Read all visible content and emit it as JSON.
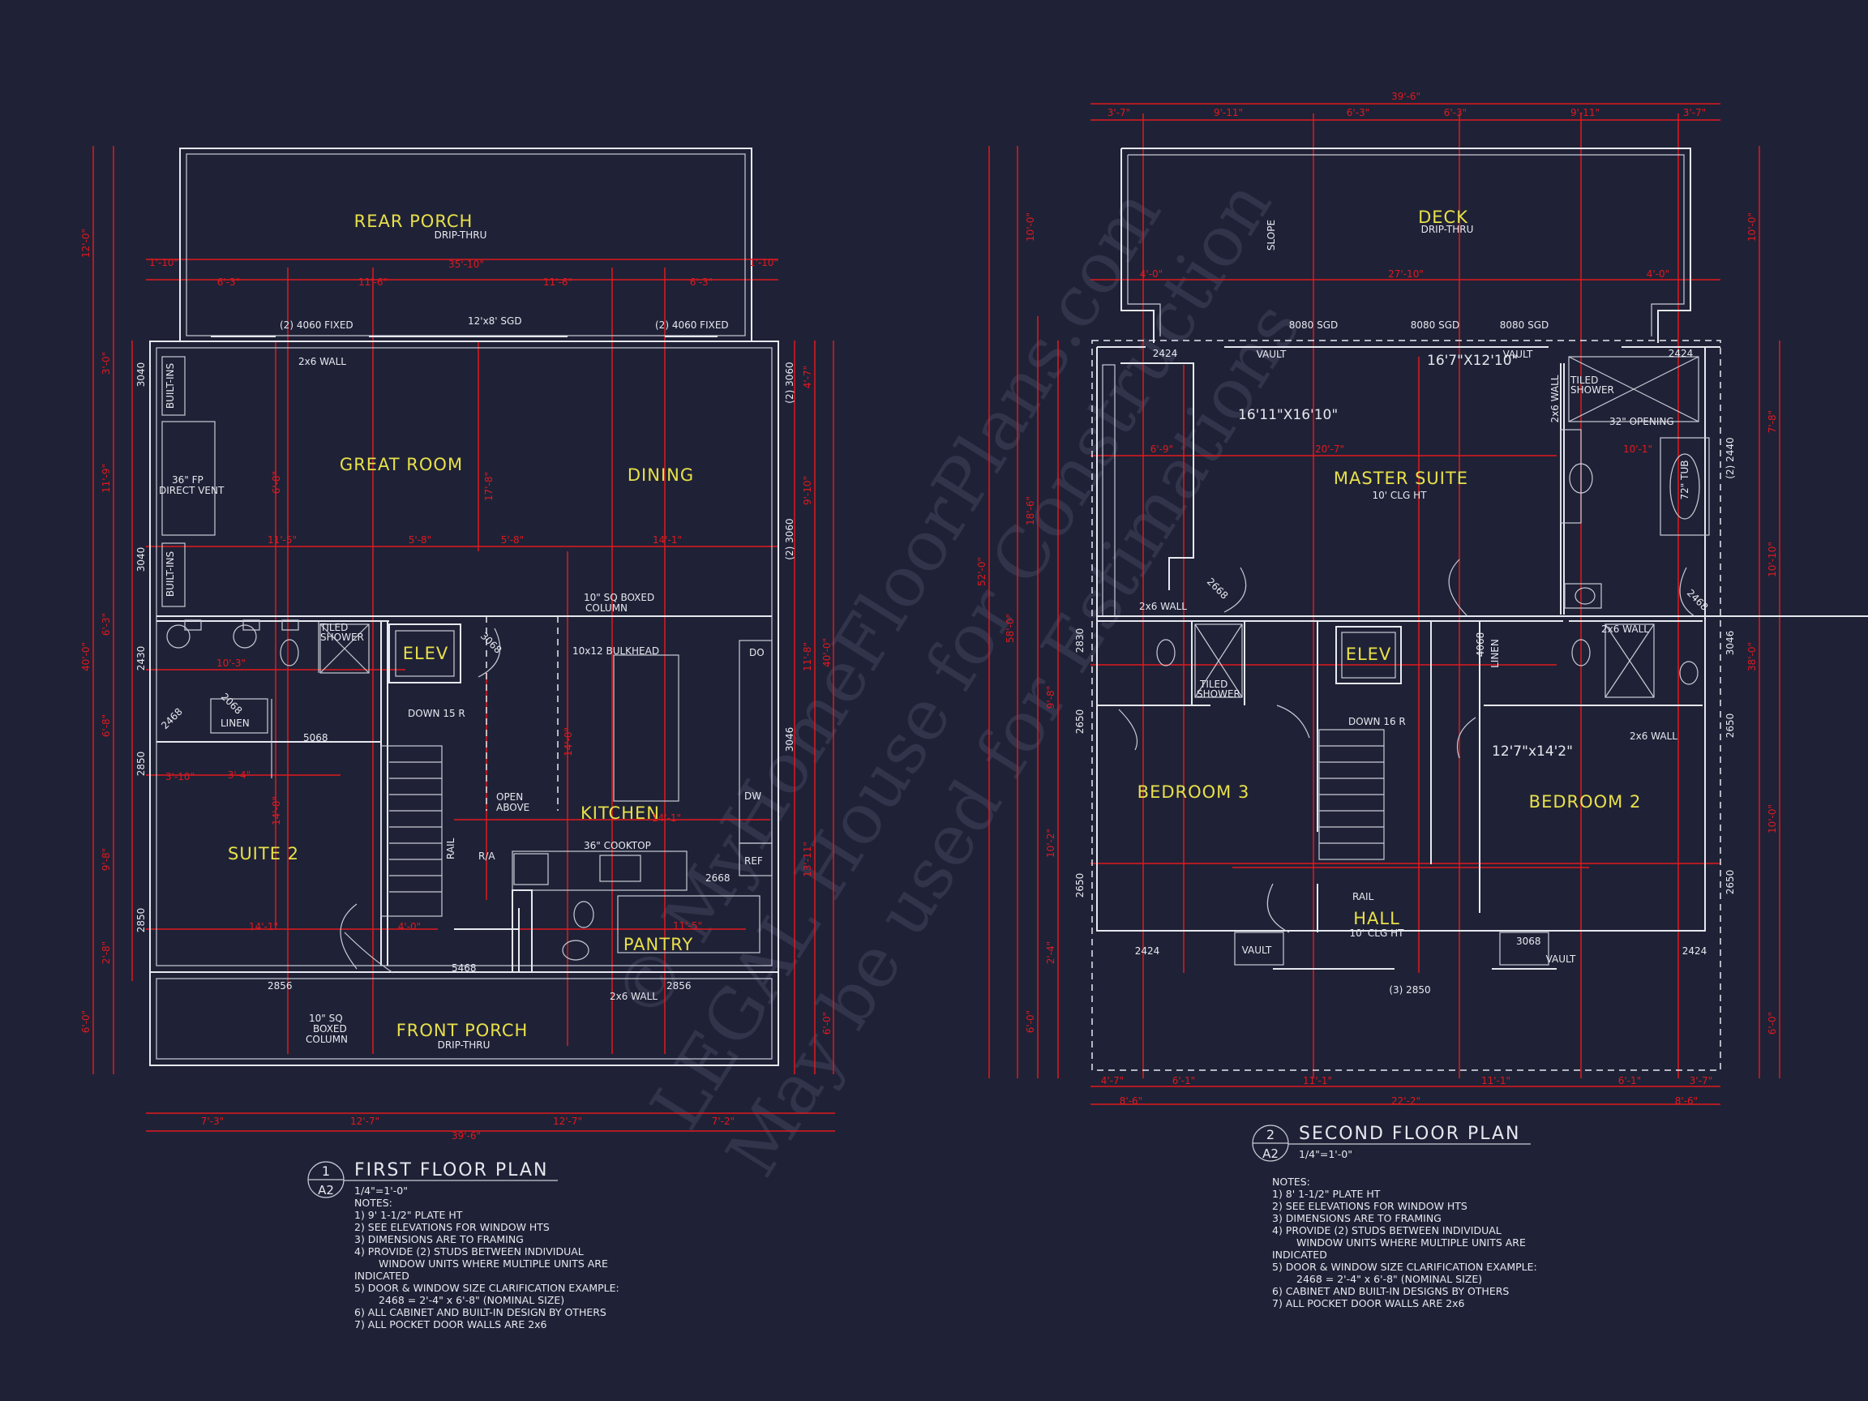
{
  "colors": {
    "background": "#1f2236",
    "walls": "#e6e8ef",
    "dimensions": "#e0191f",
    "room_labels": "#e8e04a"
  },
  "watermark": {
    "line1": "© MyHomeFloorPlans.com",
    "line2": "LEGAL House for Construction",
    "line3": "May be used for Estimations"
  },
  "first_floor": {
    "title": "FIRST FLOOR PLAN",
    "number": "1",
    "sheet": "A2",
    "scale": "1/4\"=1'-0\"",
    "notes_label": "NOTES:",
    "notes": [
      "1) 9' 1-1/2\" PLATE HT",
      "2) SEE ELEVATIONS FOR WINDOW HTS",
      "3) DIMENSIONS ARE TO FRAMING",
      "4) PROVIDE (2) STUDS BETWEEN INDIVIDUAL",
      "WINDOW UNITS WHERE MULTIPLE UNITS ARE",
      "INDICATED",
      "5) DOOR & WINDOW SIZE CLARIFICATION EXAMPLE:",
      "2468 = 2'-4\" x 6'-8\" (NOMINAL SIZE)",
      "6) ALL CABINET AND BUILT-IN DESIGN BY OTHERS",
      "7) ALL POCKET DOOR WALLS ARE 2x6"
    ],
    "rooms": {
      "rear_porch": "REAR PORCH",
      "great_room": "GREAT ROOM",
      "dining": "DINING",
      "elev": "ELEV",
      "kitchen": "KITCHEN",
      "suite2": "SUITE 2",
      "pantry": "PANTRY",
      "front_porch": "FRONT PORCH"
    },
    "labels": {
      "drip_thru": "DRIP-THRU",
      "drip_thru_front": "DRIP-THRU",
      "fixed_left": "(2) 4060 FIXED",
      "fixed_right": "(2) 4060 FIXED",
      "sgd": "12'x8' SGD",
      "wall_2x6": "2x6 WALL",
      "built_ins_top": "BUILT-INS",
      "built_ins_bottom": "BUILT-INS",
      "fp1": "36\" FP",
      "fp2": "DIRECT VENT",
      "boxed_col1": "10\" SQ BOXED",
      "boxed_col2": "COLUMN",
      "bulkhead": "10x12 BULKHEAD",
      "tiled_shower1": "TILED",
      "tiled_shower2": "SHOWER",
      "linen": "LINEN",
      "d5068": "5068",
      "d2068": "2068",
      "d2468": "2468",
      "d3068": "3068",
      "down": "DOWN 15 R",
      "open_above1": "OPEN",
      "open_above2": "ABOVE",
      "ra": "R/A",
      "cooktop": "36\" COOKTOP",
      "d2668": "2668",
      "ref": "REF",
      "do": "DO",
      "dw": "DW",
      "rail": "RAIL",
      "d5468": "5468",
      "w2856_left": "2856",
      "w2856_right": "2856",
      "wall_2x6_b": "2x6 WALL",
      "front_col1": "10\" SQ",
      "front_col2": "BOXED",
      "front_col3": "COLUMN",
      "w3040a": "3040",
      "w3040b": "3040",
      "w2430": "2430",
      "w2850a": "2850",
      "w2850b": "2850",
      "w3060a": "(2) 3060",
      "w3060b": "(2) 3060",
      "w3046": "3046"
    },
    "dims": {
      "overall_top": "35'-10\"",
      "overall_bottom": "39'-6\"",
      "t1": "6'-3\"",
      "t2": "11'-6\"",
      "t3": "11'-6\"",
      "t4": "6'-3\"",
      "tl": "1'-10\"",
      "tr": "1'-10\"",
      "b1": "7'-3\"",
      "b2": "12'-7\"",
      "b3": "12'-7\"",
      "b4": "7'-2\"",
      "l_porch": "12'-0\"",
      "l_total": "40'-0\"",
      "l_front": "6'-0\"",
      "l1": "3'-0\"",
      "l2": "11'-9\"",
      "l3": "6'-3\"",
      "l4": "6'-8\"",
      "l5": "9'-8\"",
      "l6": "2'-8\"",
      "r_porch": "6'-0\"",
      "r_total": "40'-0\"",
      "r1": "4'-7\"",
      "r2": "9'-10\"",
      "r3": "11'-8\"",
      "r4": "13'-11\"",
      "i1": "11'-5\"",
      "i2": "5'-8\"",
      "i3": "5'-8\"",
      "i4": "14'-1\"",
      "i5": "10'-3\"",
      "i6": "3'-10\"",
      "i7": "3'-4\"",
      "i8": "14'-1\"",
      "i9": "4'-0\"",
      "i10": "14'-1\"",
      "i11": "11'-5\"",
      "v1": "17'-8\"",
      "v2": "6'-8\"",
      "v3": "14'-8\"",
      "v4": "14'-0\""
    }
  },
  "second_floor": {
    "title": "SECOND FLOOR PLAN",
    "number": "2",
    "sheet": "A2",
    "scale": "1/4\"=1'-0\"",
    "notes_label": "NOTES:",
    "notes": [
      "1) 8' 1-1/2\" PLATE HT",
      "2) SEE ELEVATIONS FOR WINDOW HTS",
      "3) DIMENSIONS ARE TO FRAMING",
      "4) PROVIDE (2) STUDS BETWEEN INDIVIDUAL",
      "WINDOW UNITS WHERE MULTIPLE UNITS ARE",
      "INDICATED",
      "5) DOOR & WINDOW SIZE CLARIFICATION EXAMPLE:",
      "2468 = 2'-4\" x 6'-8\" (NOMINAL SIZE)",
      "6) CABINET AND BUILT-IN DESIGNS BY OTHERS",
      "7) ALL POCKET DOOR WALLS ARE 2x6"
    ],
    "rooms": {
      "deck": "DECK",
      "master_suite": "MASTER SUITE",
      "elev": "ELEV",
      "bedroom3": "BEDROOM 3",
      "bedroom2": "BEDROOM 2",
      "hall": "HALL"
    },
    "labels": {
      "drip_thru": "DRIP-THRU",
      "slope": "SLOPE",
      "sgd1": "8080 SGD",
      "sgd2": "8080 SGD",
      "sgd3": "8080 SGD",
      "w2424a": "2424",
      "w2424b": "2424",
      "w2424c": "2424",
      "w2424d": "2424",
      "vault1": "VAULT",
      "vault2": "VAULT",
      "vault3": "VAULT",
      "vault4": "VAULT",
      "master_size": "16'11\"X16'10\"",
      "bath_size": "16'7\"X12'10\"",
      "clg_master": "10' CLG HT",
      "clg_hall": "10' CLG HT",
      "tiled1": "TILED",
      "tiled2": "SHOWER",
      "opening": "32\" OPENING",
      "tub": "72\" TUB",
      "wall_2x6_a": "2x6 WALL",
      "wall_2x6_b": "2x6 WALL",
      "wall_2x6_c": "2x6 WALL",
      "wall_2x6_d": "2x6 WALL",
      "linen": "LINEN",
      "down": "DOWN 16 R",
      "rail": "RAIL",
      "bed2_size": "12'7\"x14'2\"",
      "d3068": "3068",
      "d2668": "2668",
      "d2468": "2468",
      "w2850": "(3) 2850",
      "w2830": "2830",
      "w2650a": "2650",
      "w2650b": "2650",
      "w2650c": "2650",
      "w2650d": "2650",
      "w2440": "(2) 2440",
      "w3046": "3046",
      "d4068": "4068",
      "tiled_b1": "TILED",
      "tiled_b2": "SHOWER"
    },
    "dims": {
      "overall_top": "39'-6\"",
      "overall_bottom": "22'-2\"",
      "t1": "3'-7\"",
      "t2": "9'-11\"",
      "t3": "6'-3\"",
      "t4": "6'-3\"",
      "t5": "9'-11\"",
      "t6": "3'-7\"",
      "d1": "4'-0\"",
      "d2": "27'-10\"",
      "d3": "4'-0\"",
      "i1": "6'-9\"",
      "i2": "20'-7\"",
      "i3": "10'-1\"",
      "b1": "4'-7\"",
      "b2": "6'-1\"",
      "b3": "11'-1\"",
      "b4": "11'-1\"",
      "b5": "6'-1\"",
      "b6": "3'-7\"",
      "bb1": "8'-6\"",
      "bb2": "8'-6\"",
      "l_total": "52'-0\"",
      "l_inner": "58'-0\"",
      "l_deck": "10'-0\"",
      "l1": "18'-6\"",
      "l2": "10'-2\"",
      "l3": "6'-0\"",
      "l4": "9'-8\"",
      "l5": "2'-4\"",
      "r_deck": "10'-0\"",
      "r1": "7'-8\"",
      "r2": "10'-10\"",
      "r3": "10'-0\"",
      "r4": "6'-0\"",
      "r_total": "38'-0\""
    }
  }
}
